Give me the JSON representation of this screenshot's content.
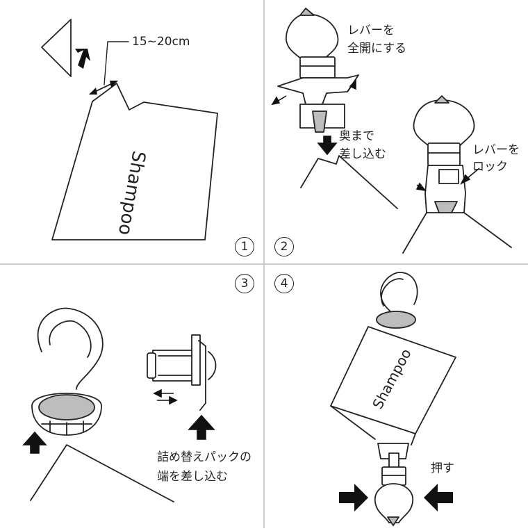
{
  "panels": [
    {
      "number": "1",
      "measure": "15~20cm",
      "product": "Shampoo"
    },
    {
      "number": "2",
      "step_a": [
        "レバーを",
        "全開にする"
      ],
      "step_b": [
        "奥まで",
        "差し込む"
      ],
      "step_c": [
        "レバーを",
        "ロック"
      ]
    },
    {
      "number": "3",
      "caption": [
        "詰め替えパックの",
        "端を差し込む"
      ]
    },
    {
      "number": "4",
      "product": "Shampoo",
      "push": "押す"
    }
  ],
  "colors": {
    "line": "#222222",
    "divider": "#cccccc",
    "fill_gray": "#bdbdbd",
    "arrow": "#111111"
  }
}
